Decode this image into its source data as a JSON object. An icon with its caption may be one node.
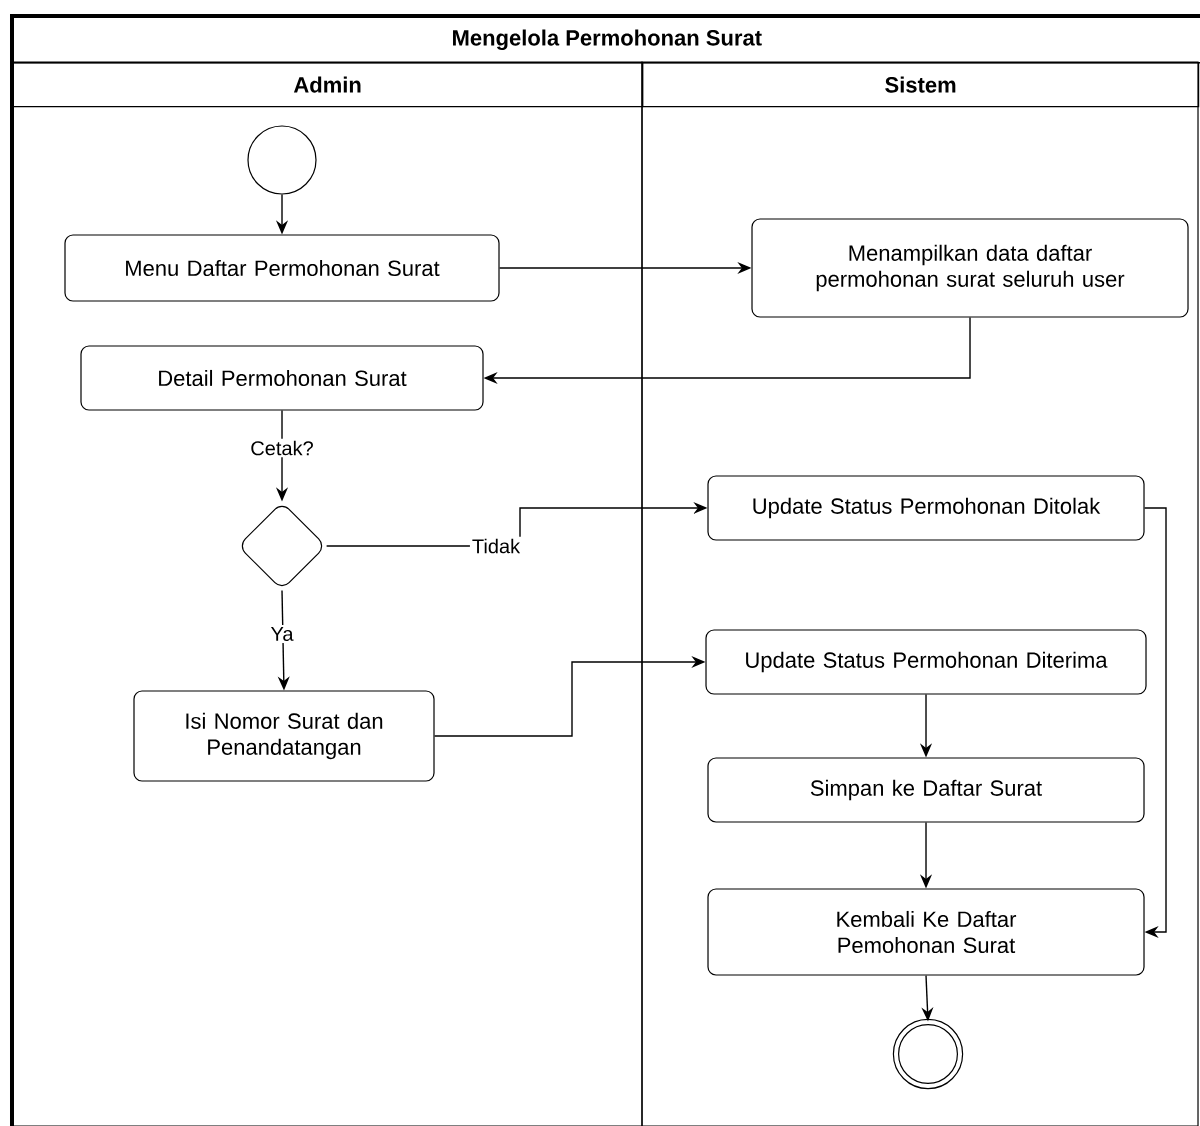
{
  "diagram": {
    "title": "Mengelola Permohonan Surat",
    "nodes": [
      {
        "text": [
          "Admin"
        ]
      },
      {
        "text": [
          "Sistem"
        ]
      },
      {
        "text": [],
        "shape": "circle",
        "in": 0
      },
      {
        "text": [
          "Menu Daftar Permohonan Surat"
        ],
        "in": 0
      },
      {
        "text": [
          "Menampilkan data daftar permohonan surat seluruh user"
        ],
        "in": 1
      },
      {
        "text": [
          "Detail Permohonan Surat"
        ],
        "in": 0
      },
      {
        "text": [],
        "shape": "diamond",
        "in": 0
      },
      {
        "text": [
          "Update Status Permohonan Ditolak"
        ],
        "in": 1
      },
      {
        "text": [
          "Isi Nomor Surat dan Penandatangan"
        ],
        "in": 0
      },
      {
        "text": [
          "Update Status Permohonan Diterima"
        ],
        "in": 1
      },
      {
        "text": [
          "Simpan ke Daftar Surat"
        ],
        "in": 1
      },
      {
        "text": [
          "Kembali Ke Daftar Pemohonan Surat"
        ],
        "in": 1
      },
      {
        "text": [],
        "shape": "circle",
        "in": 1
      }
    ],
    "edges": [
      {
        "from": 2,
        "to": 3,
        "arrow": "to"
      },
      {
        "from": 3,
        "to": 4,
        "arrow": "to"
      },
      {
        "from": 4,
        "to": 5,
        "arrow": "to"
      },
      {
        "from": 5,
        "to": 6,
        "arrow": "to",
        "label": "Cetak?"
      },
      {
        "from": 6,
        "to": 7,
        "arrow": "to",
        "label": "Tidak"
      },
      {
        "from": 6,
        "to": 8,
        "arrow": "to",
        "label": "Ya"
      },
      {
        "from": 8,
        "to": 9,
        "arrow": "to"
      },
      {
        "from": 9,
        "to": 10,
        "arrow": "to"
      },
      {
        "from": 10,
        "to": 11,
        "arrow": "to"
      },
      {
        "from": 7,
        "to": 11,
        "arrow": "to"
      },
      {
        "from": 11,
        "to": 12,
        "arrow": "to"
      }
    ]
  }
}
